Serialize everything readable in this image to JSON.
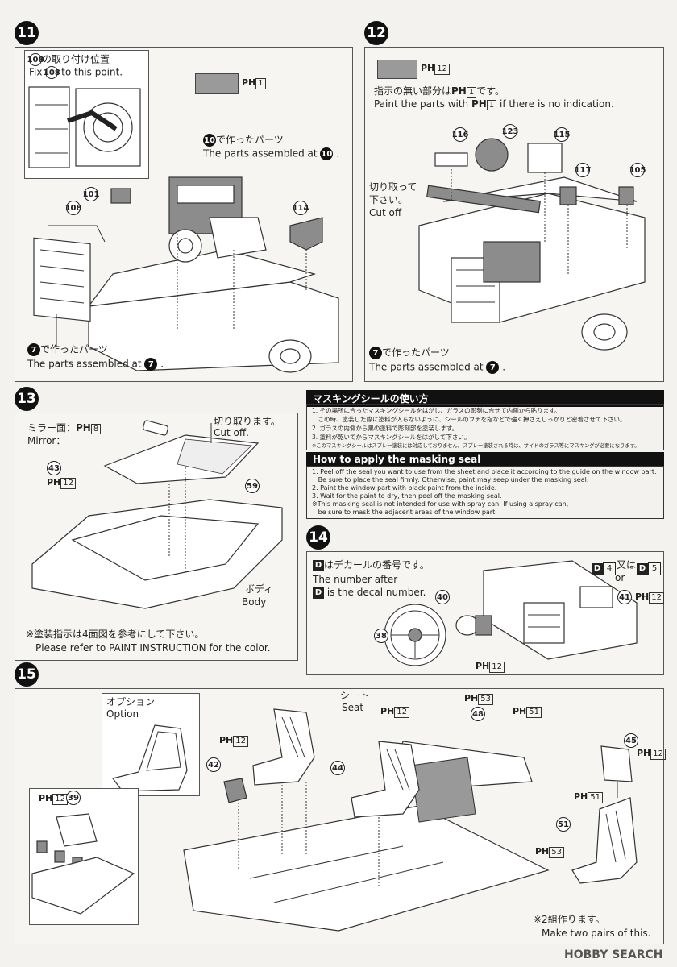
{
  "paint_code_prefix": "PH",
  "step11": {
    "number": "11",
    "inset_jp": "の取り付け位置",
    "inset_en_pre": "Fix",
    "inset_en_post": "to this point.",
    "inset_part": "108",
    "swatch_code": "1",
    "assembled10_jp": "で作ったパーツ",
    "assembled10_en": "The parts assembled at",
    "assembled10_ref": "10",
    "assembled7_jp": "で作ったパーツ",
    "assembled7_en": "The parts assembled at",
    "assembled7_ref": "7",
    "parts": [
      "101",
      "108",
      "114"
    ]
  },
  "step12": {
    "number": "12",
    "swatch_code": "12",
    "note_jp_pre": "指示の無い部分は",
    "note_jp_post": "です。",
    "note_en_pre": "Paint the parts with",
    "note_en_post": "if there is no indication.",
    "note_code": "1",
    "cut_jp1": "切り取って",
    "cut_jp2": "下さい。",
    "cut_en": "Cut off",
    "assembled7_jp": "で作ったパーツ",
    "assembled7_en": "The parts assembled at",
    "assembled7_ref": "7",
    "parts": [
      "116",
      "123",
      "115",
      "117",
      "105"
    ]
  },
  "step13": {
    "number": "13",
    "mirror_jp": "ミラー面：",
    "mirror_en": "Mirror：",
    "mirror_code": "8",
    "cut_jp": "切り取ります。",
    "cut_en": "Cut off.",
    "part43": "43",
    "part43_code": "12",
    "part59": "59",
    "body_jp": "ボディ",
    "body_en": "Body",
    "refer_jp": "※塗装指示は4面図を参考にして下さい。",
    "refer_en": "Please refer to PAINT INSTRUCTION for the color."
  },
  "masking": {
    "header_jp": "マスキングシールの使い方",
    "jp_lines": [
      "1. その場所に合ったマスキングシールをはがし、ガラスの彫刻に合せて内側から貼ります。",
      "　この時、塗装した際に塗料が入らないように、シールのフチを指などで強く押さえしっかりと密着させて下さい。",
      "2. ガラスの内側から黒の塗料で彫刻部を塗装します。",
      "3. 塗料が乾いてからマスキングシールをはがして下さい。",
      "※このマスキングシールはスプレー塗装には対応しておりません。スプレー塗装される時は、サイドのガラス等にマスキングが必要になります。"
    ],
    "header_en": "How to apply the masking seal",
    "en_lines": [
      "1. Peel off the seal you want to use from the sheet and place it according to the guide on the window part.",
      "   Be sure to place the seal firmly. Otherwise, paint may seep under the masking seal.",
      "2. Paint the window part with black paint from the inside.",
      "3. Wait for the paint to dry, then peel off the masking seal.",
      "※This masking seal is not intended for use with spray can. If using a spray can,",
      "   be sure to mask the adjacent areas of the window part."
    ]
  },
  "step14": {
    "number": "14",
    "decal_jp": "はデカールの番号です。",
    "decal_en1": "The number after",
    "decal_en2": "is the decal number.",
    "decal_letter": "D",
    "decal_a": "4",
    "decal_or_jp": "又は",
    "decal_or_en": "or",
    "decal_b": "5",
    "part40": "40",
    "part41": "41",
    "part41_code": "12",
    "part38": "38",
    "part38_code": "12"
  },
  "step15": {
    "number": "15",
    "option_jp": "オプション",
    "option_en": "Option",
    "seat_jp": "シート",
    "seat_en": "Seat",
    "seat_code": "12",
    "code_53": "53",
    "part48": "48",
    "code_51": "51",
    "part42_code": "12",
    "part42": "42",
    "part44": "44",
    "part39_code": "12",
    "part39": "39",
    "part45": "45",
    "part45_code": "12",
    "rear_code51": "51",
    "part51": "51",
    "rear_code53": "53",
    "pairs_jp": "※2組作ります。",
    "pairs_en": "Make two pairs of this."
  },
  "watermark": "HOBBY SEARCH"
}
